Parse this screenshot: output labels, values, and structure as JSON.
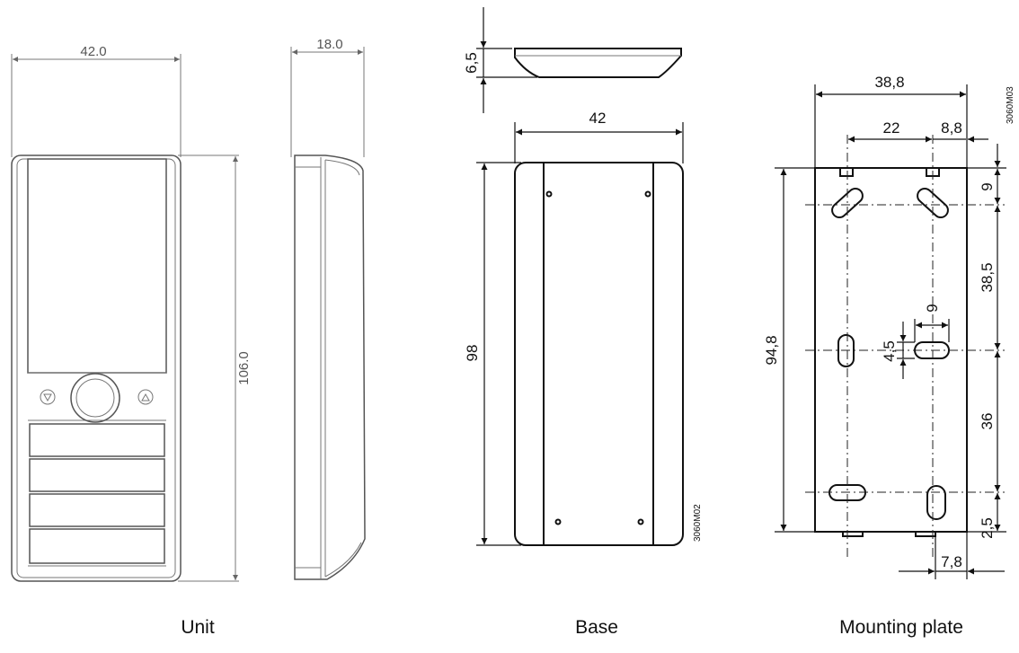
{
  "unit": {
    "caption": "Unit",
    "width_dim": "42.0",
    "depth_dim": "18.0",
    "height_dim": "106.0"
  },
  "base": {
    "caption": "Base",
    "thickness_dim": "6,5",
    "width_dim": "42",
    "height_dim": "98",
    "drawing_code": "3060M02"
  },
  "mounting_plate": {
    "caption": "Mounting plate",
    "width_dim": "38,8",
    "hole_spacing_dim": "22",
    "edge_offset_dim": "8,8",
    "height_dim": "94,8",
    "top_offset_dim": "9",
    "upper_spacing_dim": "38,5",
    "slot_length_dim": "9",
    "slot_width_dim": "4,5",
    "lower_spacing_dim": "36",
    "bottom_offset_dim": "2,5",
    "bottom_edge_dim": "7,8",
    "drawing_code": "3060M03"
  }
}
